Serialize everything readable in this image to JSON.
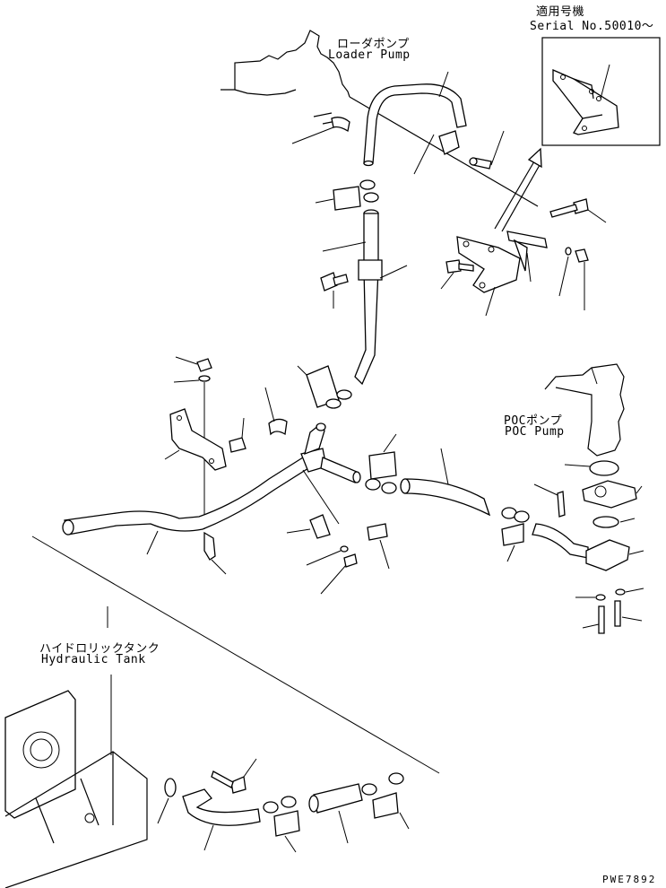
{
  "labels": {
    "applicable_model_jp": "適用号機",
    "serial_no": "Serial No.50010～",
    "loader_pump_jp": "ローダポンプ",
    "loader_pump_en": "Loader Pump",
    "poc_pump_jp": "POCポンプ",
    "poc_pump_en": "POC Pump",
    "hydraulic_tank_jp": "ハイドロリックタンク",
    "hydraulic_tank_en": "Hydraulic Tank",
    "drawing_code": "PWE7892"
  },
  "icons": {
    "detail_arrow": "arrow-up-right-icon"
  }
}
